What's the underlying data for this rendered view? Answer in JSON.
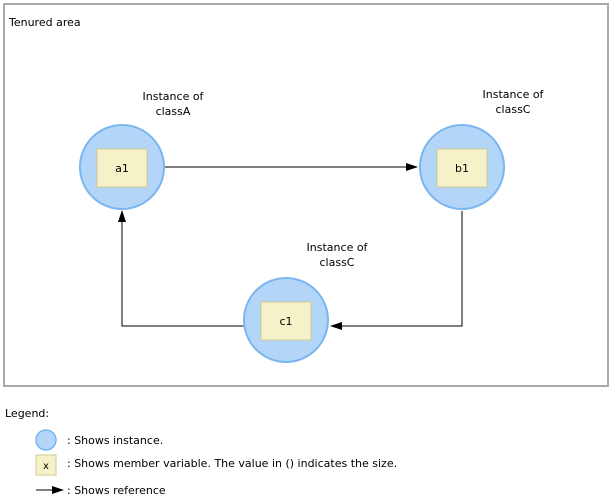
{
  "area": {
    "title": "Tenured area"
  },
  "instances": [
    {
      "id": "a",
      "caption_line1": "Instance of",
      "caption_line2": "classA",
      "variable": "a1"
    },
    {
      "id": "b",
      "caption_line1": "Instance of",
      "caption_line2": "classC",
      "variable": "b1"
    },
    {
      "id": "c",
      "caption_line1": "Instance of",
      "caption_line2": "classC",
      "variable": "c1"
    }
  ],
  "references": [
    {
      "from": "a1",
      "to": "b1"
    },
    {
      "from": "b1",
      "to": "c1"
    },
    {
      "from": "c1",
      "to": "a1"
    }
  ],
  "legend": {
    "heading": "Legend:",
    "instance_text": ": Shows instance.",
    "variable_symbol": "x",
    "variable_text": ": Shows member variable. The value in () indicates the size.",
    "reference_text": ": Shows reference"
  },
  "colors": {
    "circle_fill": "#b3d5f7",
    "circle_stroke": "#7ab6ef",
    "box_fill": "#f5f2c7",
    "box_stroke": "#cfcb93",
    "frame_stroke": "#a9a9a9",
    "line": "#000000"
  }
}
